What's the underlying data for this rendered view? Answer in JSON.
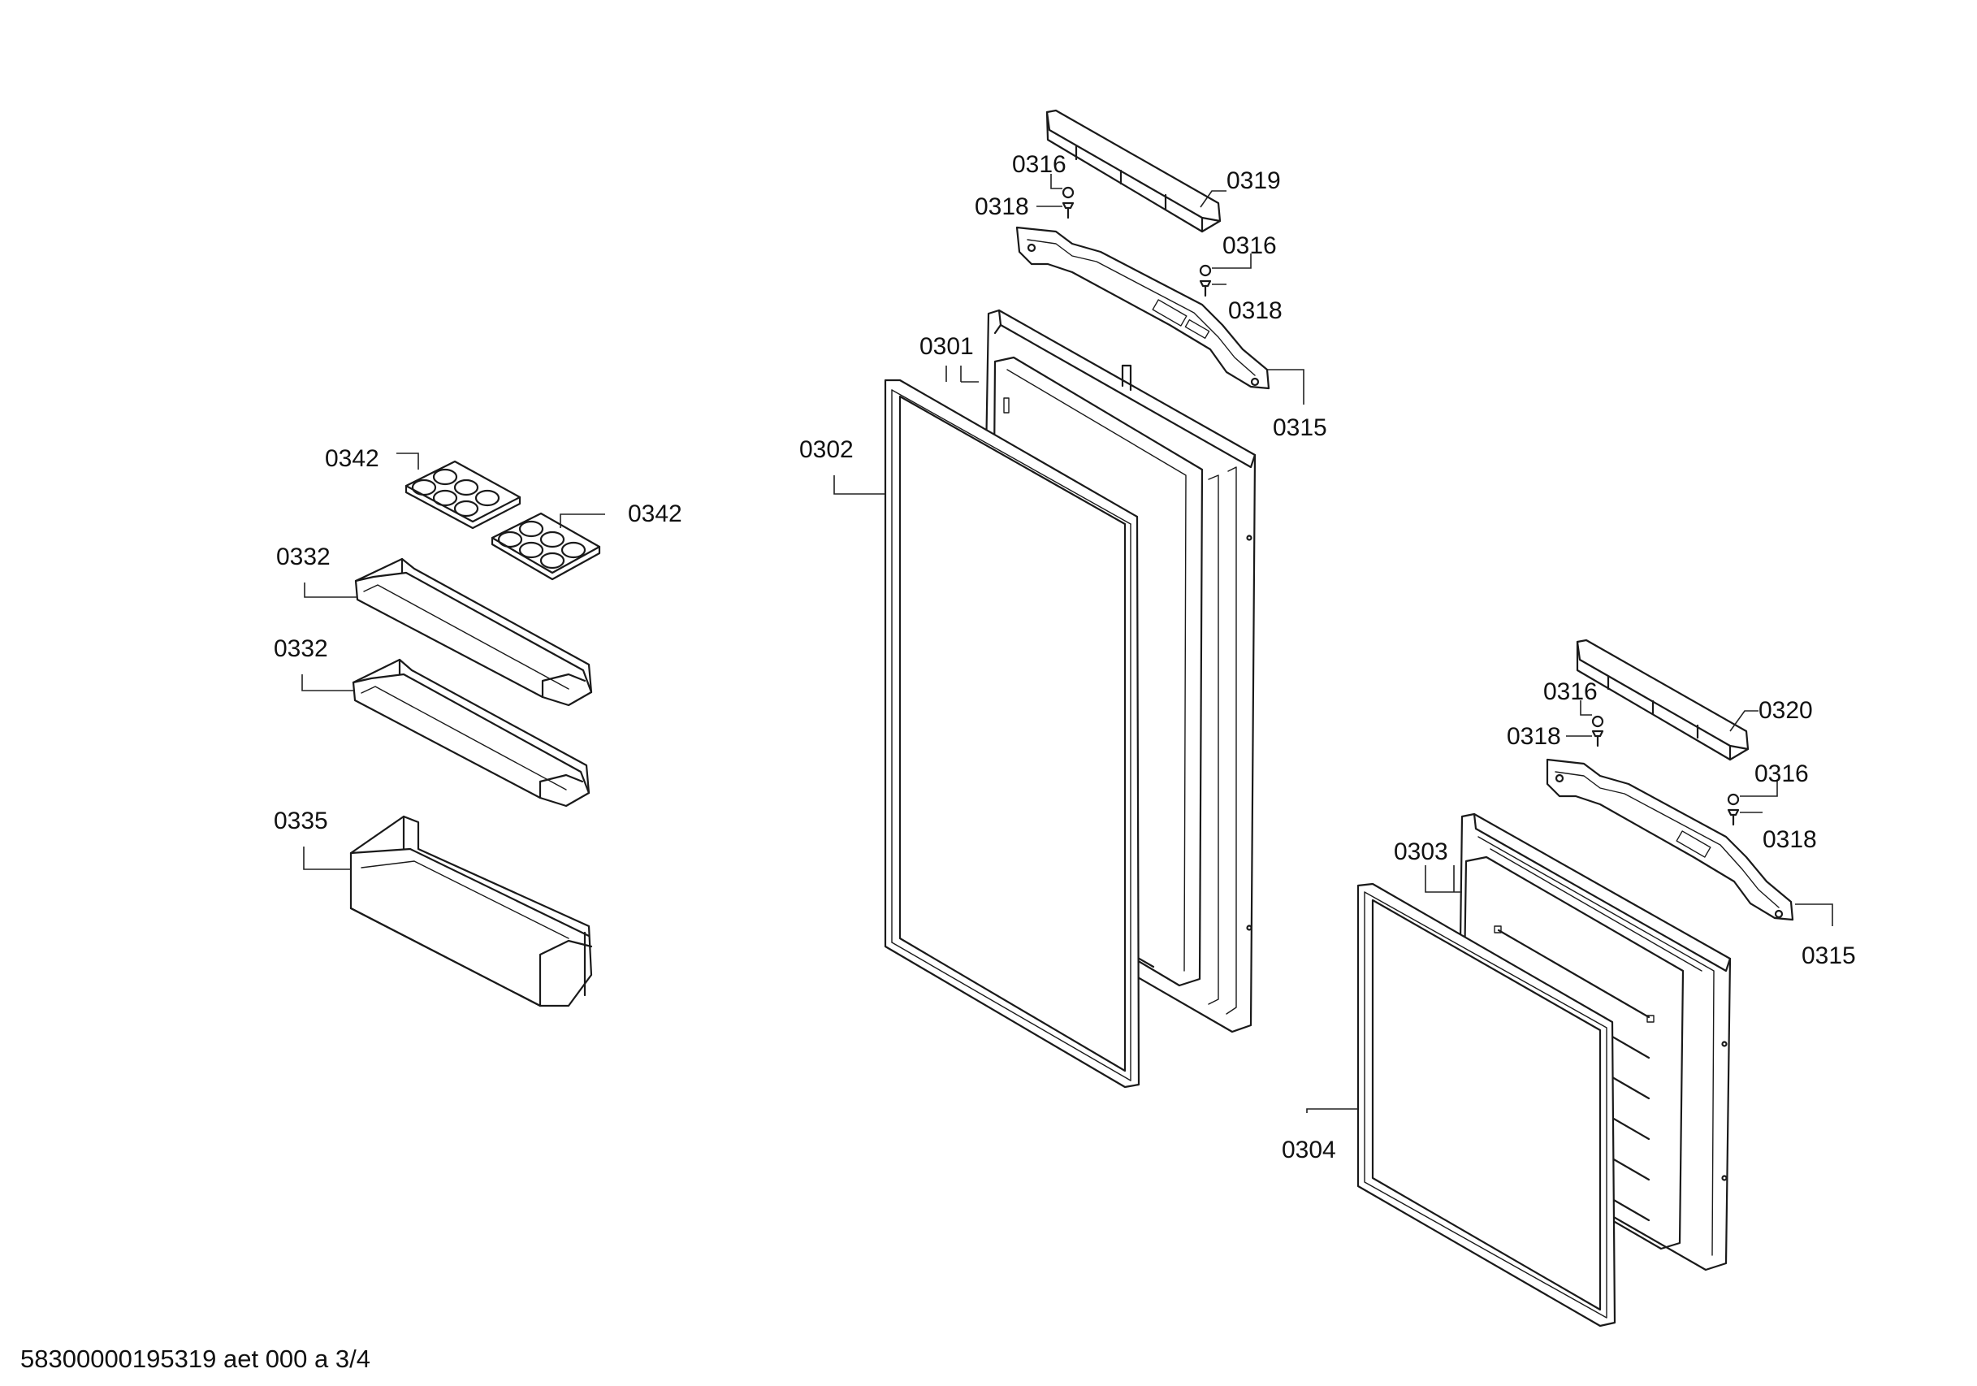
{
  "labels": {
    "l0316a": "0316",
    "l0318a": "0318",
    "l0319": "0319",
    "l0316b": "0316",
    "l0318b": "0318",
    "l0315a": "0315",
    "l0301": "0301",
    "l0302": "0302",
    "l0342a": "0342",
    "l0342b": "0342",
    "l0332a": "0332",
    "l0332b": "0332",
    "l0335": "0335",
    "l0316c": "0316",
    "l0318c": "0318",
    "l0320": "0320",
    "l0316d": "0316",
    "l0318d": "0318",
    "l0315b": "0315",
    "l0303": "0303",
    "l0304": "0304"
  },
  "footer": {
    "doc_id": "58300000195319 aet 000 a 3/4"
  }
}
